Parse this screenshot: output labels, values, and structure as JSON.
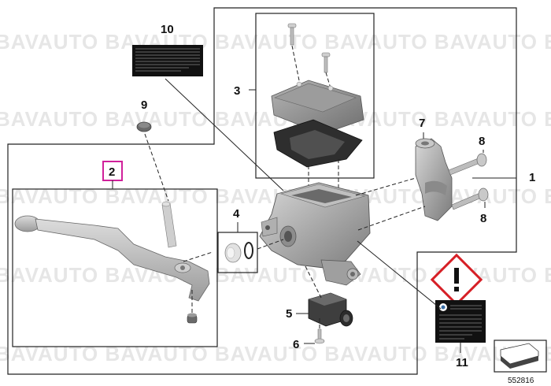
{
  "watermark": "BAVAUTO BAVAUTO BAVAUTO BAVAUTO BAVAUTO BAVAUTO",
  "callouts": {
    "c1": "1",
    "c2": "2",
    "c3": "3",
    "c4": "4",
    "c5": "5",
    "c6": "6",
    "c7": "7",
    "c8a": "8",
    "c8b": "8",
    "c9": "9",
    "c10": "10",
    "c11": "11"
  },
  "highlighted_callout": "2",
  "diagram_number": "552816",
  "colors": {
    "highlight": "#d0219b",
    "warning": "#d61f26",
    "metal": "#a9a9a9",
    "rubber": "#3a3a3a"
  }
}
